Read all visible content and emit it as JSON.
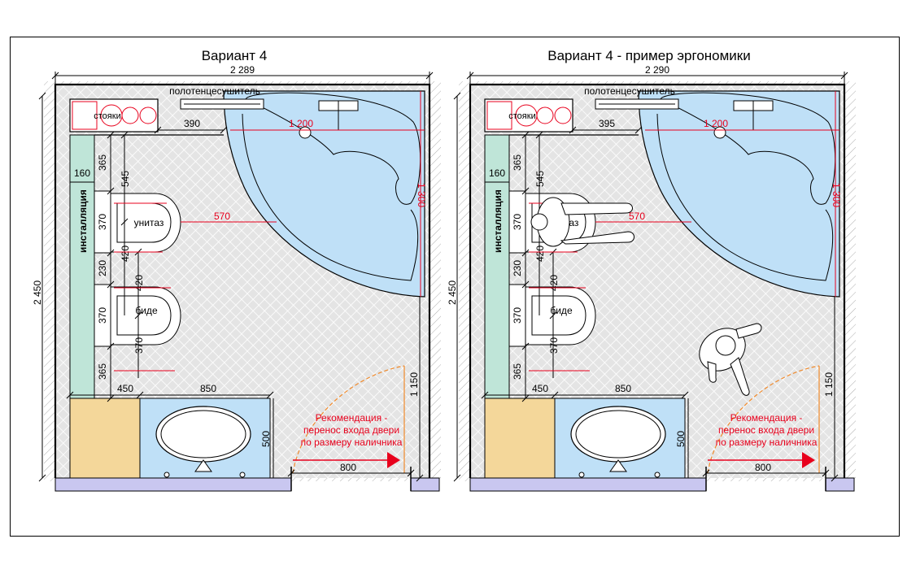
{
  "left_plan": {
    "title": "Вариант 4",
    "width_dim": "2 289",
    "height_dim": "2 450",
    "towel_label": "полотенцесушитель",
    "risers_label": "стояки",
    "install_label": "инсталляция",
    "toilet_label": "унитаз",
    "bidet_label": "биде",
    "dims": {
      "d390": "390",
      "d1200": "1 200",
      "d1300": "1 300",
      "d570": "570",
      "d160": "160",
      "d365a": "365",
      "d545": "545",
      "d370a": "370",
      "d230": "230",
      "d420a": "420",
      "d420b": "420",
      "d370b": "370",
      "d370c": "370",
      "d365b": "365",
      "d450": "450",
      "d850": "850",
      "d500": "500",
      "d1150": "1 150",
      "d800": "800"
    },
    "recommendation": [
      "Рекомендация -",
      "перенос входа двери",
      "по размеру наличника"
    ]
  },
  "right_plan": {
    "title": "Вариант 4 - пример эргономики",
    "width_dim": "2 290",
    "height_dim": "2 450",
    "towel_label": "полотенцесушитель",
    "risers_label": "стояки",
    "install_label": "инсталляция",
    "toilet_label": "унитаз",
    "bidet_label": "биде",
    "dims": {
      "d390": "395",
      "d1200": "1 200",
      "d1300": "1 300",
      "d570": "570",
      "d160": "160",
      "d365a": "365",
      "d545": "545",
      "d370a": "370",
      "d230": "230",
      "d420a": "420",
      "d420b": "420",
      "d370b": "370",
      "d370c": "370",
      "d365b": "365",
      "d450": "450",
      "d850": "850",
      "d500": "500",
      "d1150": "1 150",
      "d800": "800"
    },
    "recommendation": [
      "Рекомендация -",
      "перенос входа двери",
      "по размеру наличника"
    ]
  },
  "colors": {
    "bath": "#bfe0f7",
    "install": "#bfe5d8",
    "cabinet": "#f4d79a",
    "floor_base": "#e6e6e6",
    "threshold": "#c9c7f0",
    "red": "#e8001c",
    "door": "#f08a2c"
  }
}
